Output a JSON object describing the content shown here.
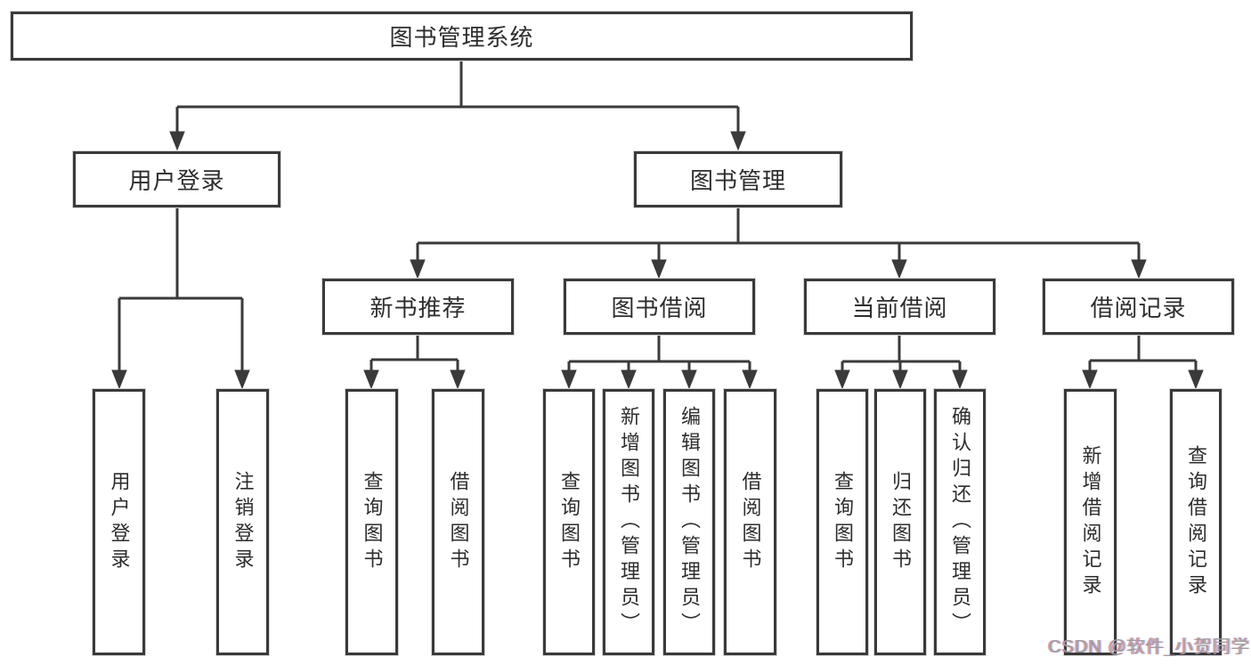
{
  "diagram": {
    "title": "图书管理系统",
    "root": {
      "label": "图书管理系统"
    },
    "branches": [
      {
        "label": "用户登录",
        "children": [
          {
            "label": "用户登录"
          },
          {
            "label": "注销登录"
          }
        ]
      },
      {
        "label": "图书管理",
        "children": [
          {
            "label": "新书推荐",
            "children": [
              {
                "label": "查询图书"
              },
              {
                "label": "借阅图书"
              }
            ]
          },
          {
            "label": "图书借阅",
            "children": [
              {
                "label": "查询图书"
              },
              {
                "label": "新增图书（管理员）"
              },
              {
                "label": "编辑图书（管理员）"
              },
              {
                "label": "借阅图书"
              }
            ]
          },
          {
            "label": "当前借阅",
            "children": [
              {
                "label": "查询图书"
              },
              {
                "label": "归还图书"
              },
              {
                "label": "确认归还（管理员）"
              }
            ]
          },
          {
            "label": "借阅记录",
            "children": [
              {
                "label": "新增借阅记录"
              },
              {
                "label": "查询借阅记录"
              }
            ]
          }
        ]
      }
    ]
  },
  "watermark": {
    "text": "CSDN @软件_小贺同学"
  },
  "colors": {
    "line": "#3a3a3a",
    "box_border": "#3a3a3a",
    "text": "#2d2d2d",
    "watermark": "#9e9e9e",
    "background": "#ffffff"
  }
}
